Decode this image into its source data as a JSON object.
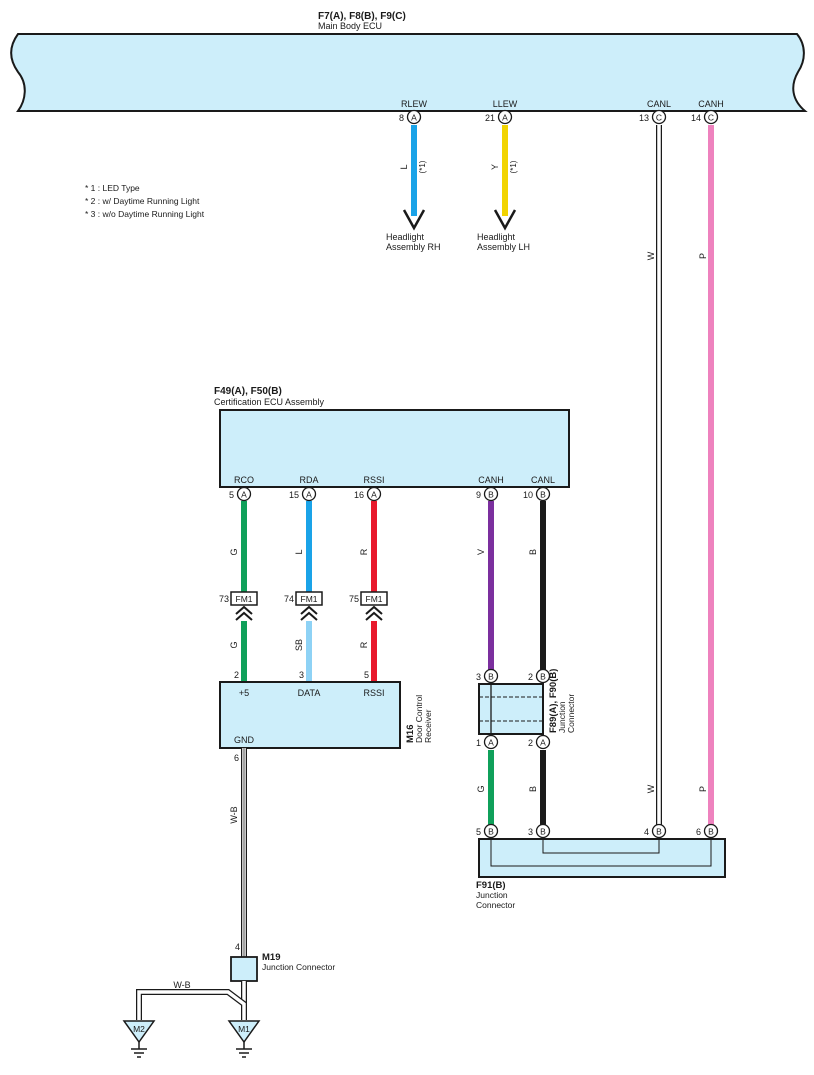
{
  "colors": {
    "ecu_fill": "#cdeefa",
    "outline": "#1a1a1a",
    "wire_L": "#1aa3e8",
    "wire_Y": "#f2d400",
    "wire_W": "#ffffff",
    "wire_P": "#ee82be",
    "wire_G": "#0fa05a",
    "wire_R": "#e8192c",
    "wire_SB": "#8ed2f5",
    "wire_V": "#7b2f9e",
    "wire_B": "#1a1a1a",
    "wire_WB": "#ffffff"
  },
  "main_ecu": {
    "code": "F7(A), F8(B), F9(C)",
    "name": "Main Body ECU",
    "terminals": [
      {
        "label": "RLEW",
        "pin": "8",
        "conn": "A"
      },
      {
        "label": "LLEW",
        "pin": "21",
        "conn": "A"
      },
      {
        "label": "CANL",
        "pin": "13",
        "conn": "C"
      },
      {
        "label": "CANH",
        "pin": "14",
        "conn": "C"
      }
    ]
  },
  "notes": [
    "* 1 : LED Type",
    "* 2 : w/ Daytime Running Light",
    "* 3 : w/o Daytime Running Light"
  ],
  "headlights": {
    "rh": {
      "line1": "Headlight",
      "line2": "Assembly RH",
      "wire": "L",
      "note": "(*1)"
    },
    "lh": {
      "line1": "Headlight",
      "line2": "Assembly LH",
      "wire": "Y",
      "note": "(*1)"
    }
  },
  "can_wires": {
    "canl": "W",
    "canh": "P"
  },
  "cert_ecu": {
    "code": "F49(A), F50(B)",
    "name": "Certification ECU Assembly",
    "terminals": [
      {
        "label": "RCO",
        "pin": "5",
        "conn": "A"
      },
      {
        "label": "RDA",
        "pin": "15",
        "conn": "A"
      },
      {
        "label": "RSSI",
        "pin": "16",
        "conn": "A"
      },
      {
        "label": "CANH",
        "pin": "9",
        "conn": "B"
      },
      {
        "label": "CANL",
        "pin": "10",
        "conn": "B"
      }
    ]
  },
  "cert_wires": {
    "rco_top": "G",
    "rda_top": "L",
    "rssi_top": "R",
    "canh": "V",
    "canl": "B"
  },
  "fm1": {
    "label": "FM1",
    "pins": [
      "73",
      "74",
      "75"
    ]
  },
  "lower_wires": {
    "rco": "G",
    "rda": "SB",
    "rssi": "R"
  },
  "door_receiver": {
    "code": "M16",
    "name_line1": "Door Control",
    "name_line2": "Receiver",
    "pins": [
      {
        "pin": "2",
        "label": "+5"
      },
      {
        "pin": "3",
        "label": "DATA"
      },
      {
        "pin": "5",
        "label": "RSSI"
      }
    ],
    "gnd_label": "GND",
    "gnd_pin": "6"
  },
  "jc_f89": {
    "code": "F89(A), F90(B)",
    "name_line1": "Junction",
    "name_line2": "Connector",
    "top_pins": [
      {
        "pin": "3",
        "conn": "B"
      },
      {
        "pin": "2",
        "conn": "B"
      }
    ],
    "bottom_pins": [
      {
        "pin": "1",
        "conn": "A"
      },
      {
        "pin": "2",
        "conn": "A"
      }
    ],
    "lower_wires": {
      "left": "G",
      "right": "B"
    }
  },
  "jc_f91": {
    "code": "F91(B)",
    "name_line1": "Junction",
    "name_line2": "Connector",
    "pins": [
      {
        "pin": "5",
        "conn": "B"
      },
      {
        "pin": "3",
        "conn": "B"
      },
      {
        "pin": "4",
        "conn": "B"
      },
      {
        "pin": "6",
        "conn": "B"
      }
    ],
    "wire_w": "W",
    "wire_p": "P"
  },
  "gnd_wire": "W-B",
  "jc_m19": {
    "code": "M19",
    "name": "Junction Connector",
    "pin": "4",
    "branch_wire": "W-B"
  },
  "grounds": [
    "M2",
    "M1"
  ]
}
